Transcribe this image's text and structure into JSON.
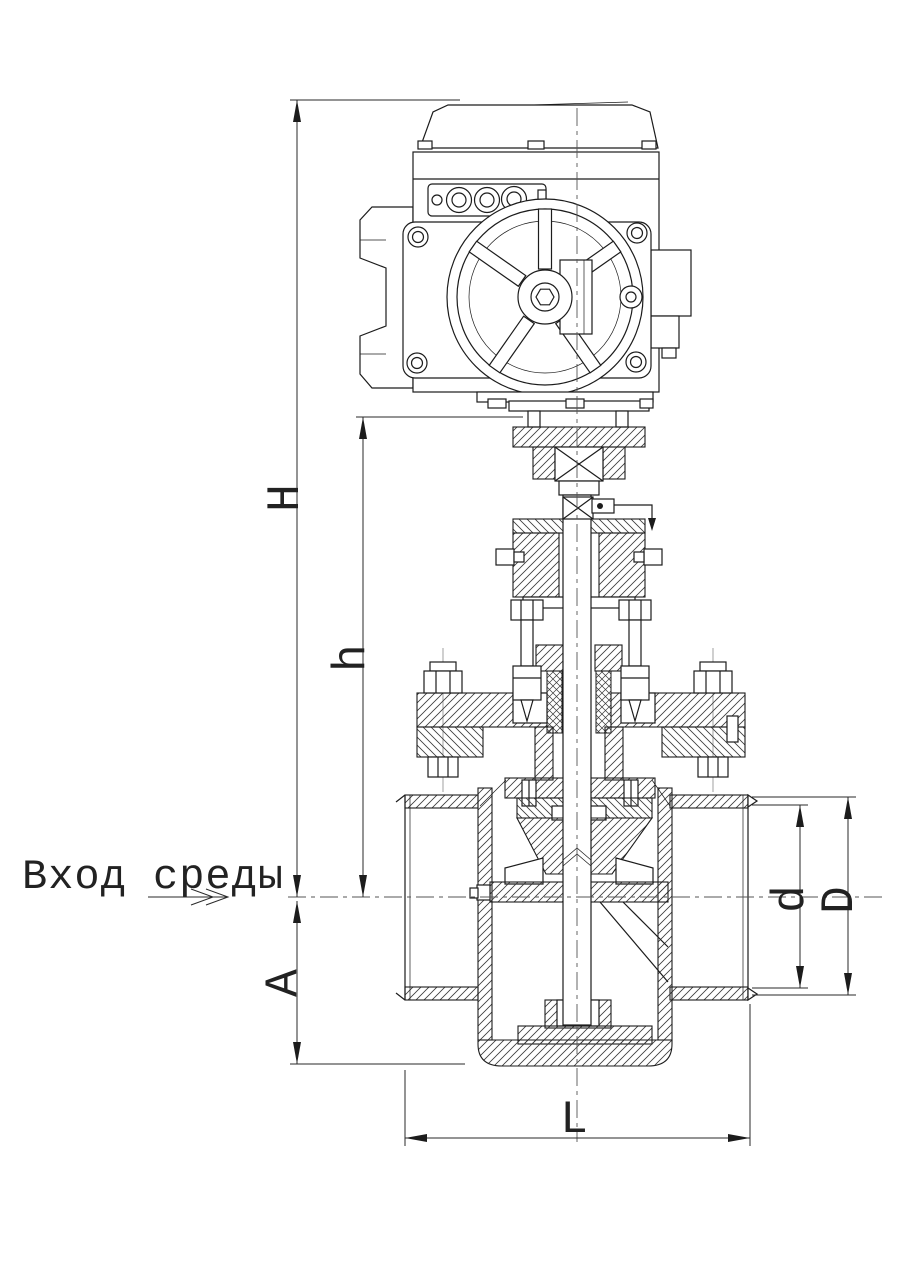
{
  "annotations": {
    "inlet_label": "Вход среды"
  },
  "dimensions": {
    "overall_height": "H",
    "mid_height": "h",
    "lower_height": "A",
    "bore_diameter": "d",
    "outer_diameter": "D",
    "face_to_face": "L"
  },
  "colors": {
    "line": "#1c1c1c",
    "centerline": "#555555",
    "background": "#ffffff"
  }
}
